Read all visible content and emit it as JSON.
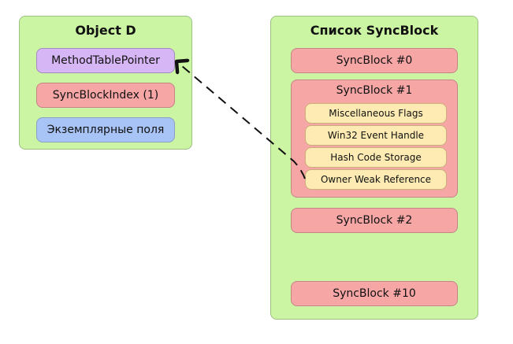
{
  "object": {
    "title": "Object D",
    "fields": {
      "method_table_pointer": "MethodTablePointer",
      "sync_block_index": "SyncBlockIndex (1)",
      "instance_fields": "Экземплярные поля"
    }
  },
  "sync_list": {
    "title": "Список SyncBlock",
    "block0": "SyncBlock #0",
    "block1": {
      "title": "SyncBlock #1",
      "entries": [
        "Miscellaneous Flags",
        "Win32 Event Handle",
        "Hash Code Storage",
        "Owner Weak Reference"
      ]
    },
    "block2": "SyncBlock #2",
    "block10": "SyncBlock #10"
  },
  "colors": {
    "panel": "#ccf5a3",
    "method_table_pointer": "#d7b6f6",
    "sync_block": "#f7a6a6",
    "instance_fields": "#a8c3f5",
    "entry": "#fdebb3",
    "arrow": "#111111"
  },
  "connector": {
    "from": "sync_list.block1.entries.3",
    "to": "object.fields.method_table_pointer",
    "style": "dashed-arrow"
  }
}
